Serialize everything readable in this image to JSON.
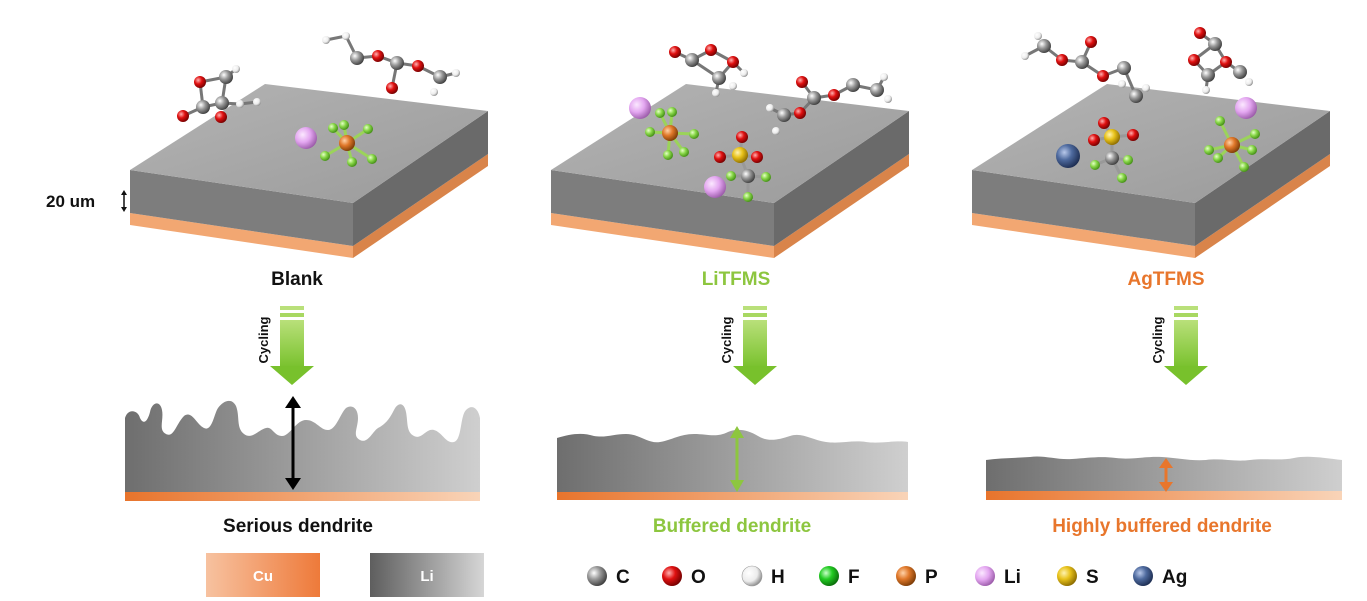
{
  "scale_label": "20 um",
  "panels": [
    {
      "label": "Blank",
      "color": "#111111",
      "cycling": "Cycling",
      "result": "Serious dendrite",
      "result_color": "#111111",
      "arrow_color": "#000000"
    },
    {
      "label": "LiTFMS",
      "color": "#8DC63F",
      "cycling": "Cycling",
      "result": "Buffered dendrite",
      "result_color": "#8DC63F",
      "arrow_color": "#8DC63F"
    },
    {
      "label": "AgTFMS",
      "color": "#E8762C",
      "cycling": "Cycling",
      "result": "Highly buffered dendrite",
      "result_color": "#E8762C",
      "arrow_color": "#E8762C"
    }
  ],
  "materials": [
    {
      "label": "Cu",
      "color": "#F08A4B"
    },
    {
      "label": "Li",
      "color": "#8A8A8A"
    }
  ],
  "atoms": [
    {
      "label": "C",
      "color": "#8C8C8C"
    },
    {
      "label": "O",
      "color": "#E01010"
    },
    {
      "label": "H",
      "color": "#F2F2F2"
    },
    {
      "label": "F",
      "color": "#22CC22"
    },
    {
      "label": "P",
      "color": "#E0782A"
    },
    {
      "label": "Li",
      "color": "#E3A6F0"
    },
    {
      "label": "S",
      "color": "#E8B81A"
    },
    {
      "label": "Ag",
      "color": "#4E6A9E"
    }
  ]
}
